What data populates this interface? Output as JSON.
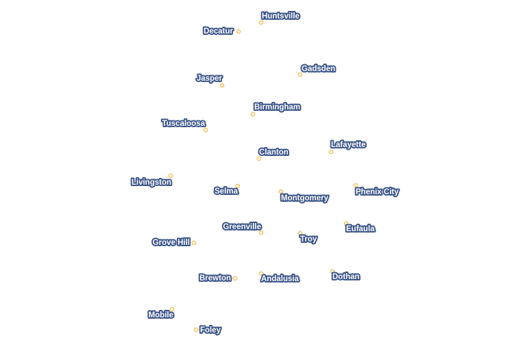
{
  "map": {
    "colors": {
      "label_text": "#ffffff",
      "label_halo": "#3a5488",
      "marker_stroke": "#f2c66a"
    },
    "cities": [
      {
        "name": "Huntsville"
      },
      {
        "name": "Decatur"
      },
      {
        "name": "Gadsden"
      },
      {
        "name": "Jasper"
      },
      {
        "name": "Birmingham"
      },
      {
        "name": "Tuscaloosa"
      },
      {
        "name": "Lafayette"
      },
      {
        "name": "Clanton"
      },
      {
        "name": "Livingston"
      },
      {
        "name": "Selma"
      },
      {
        "name": "Montgomery"
      },
      {
        "name": "Phenix City"
      },
      {
        "name": "Greenville"
      },
      {
        "name": "Eufaula"
      },
      {
        "name": "Troy"
      },
      {
        "name": "Grove Hill"
      },
      {
        "name": "Brewton"
      },
      {
        "name": "Andalusia"
      },
      {
        "name": "Dothan"
      },
      {
        "name": "Mobile"
      },
      {
        "name": "Foley"
      }
    ]
  }
}
